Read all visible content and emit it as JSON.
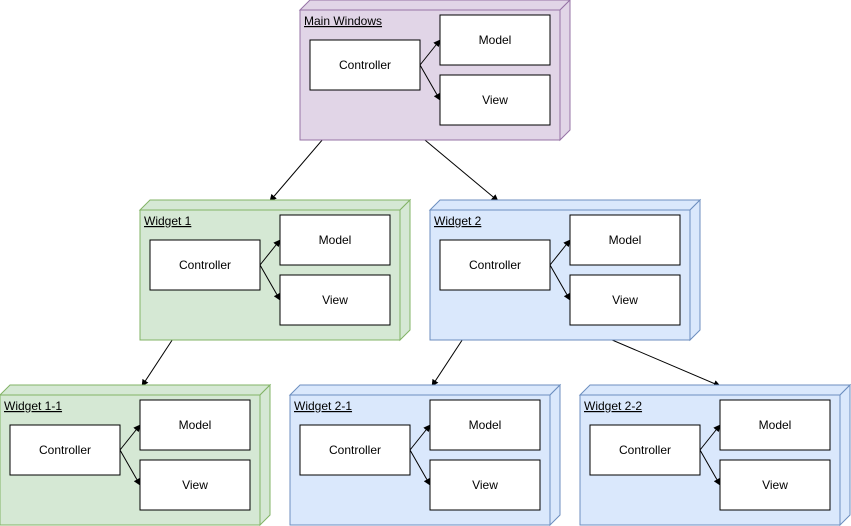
{
  "colors": {
    "purple_fill": "#e1d5e7",
    "purple_stroke": "#9673a6",
    "green_fill": "#d5e8d4",
    "green_stroke": "#82b366",
    "blue_fill": "#dae8fc",
    "blue_stroke": "#6c8ebf",
    "box_fill": "#ffffff",
    "line": "#000000"
  },
  "nodes": [
    {
      "id": "main",
      "title": "Main Windows",
      "color": "purple",
      "controller": "Controller",
      "model": "Model",
      "view": "View"
    },
    {
      "id": "w1",
      "title": "Widget 1",
      "color": "green",
      "controller": "Controller",
      "model": "Model",
      "view": "View"
    },
    {
      "id": "w2",
      "title": "Widget 2",
      "color": "blue",
      "controller": "Controller",
      "model": "Model",
      "view": "View"
    },
    {
      "id": "w11",
      "title": "Widget 1-1",
      "color": "green",
      "controller": "Controller",
      "model": "Model",
      "view": "View"
    },
    {
      "id": "w21",
      "title": "Widget 2-1",
      "color": "blue",
      "controller": "Controller",
      "model": "Model",
      "view": "View"
    },
    {
      "id": "w22",
      "title": "Widget 2-2",
      "color": "blue",
      "controller": "Controller",
      "model": "Model",
      "view": "View"
    }
  ],
  "edges": [
    {
      "from": "main",
      "to": "w1"
    },
    {
      "from": "main",
      "to": "w2"
    },
    {
      "from": "w1",
      "to": "w11"
    },
    {
      "from": "w2",
      "to": "w21"
    },
    {
      "from": "w2",
      "to": "w22"
    }
  ]
}
